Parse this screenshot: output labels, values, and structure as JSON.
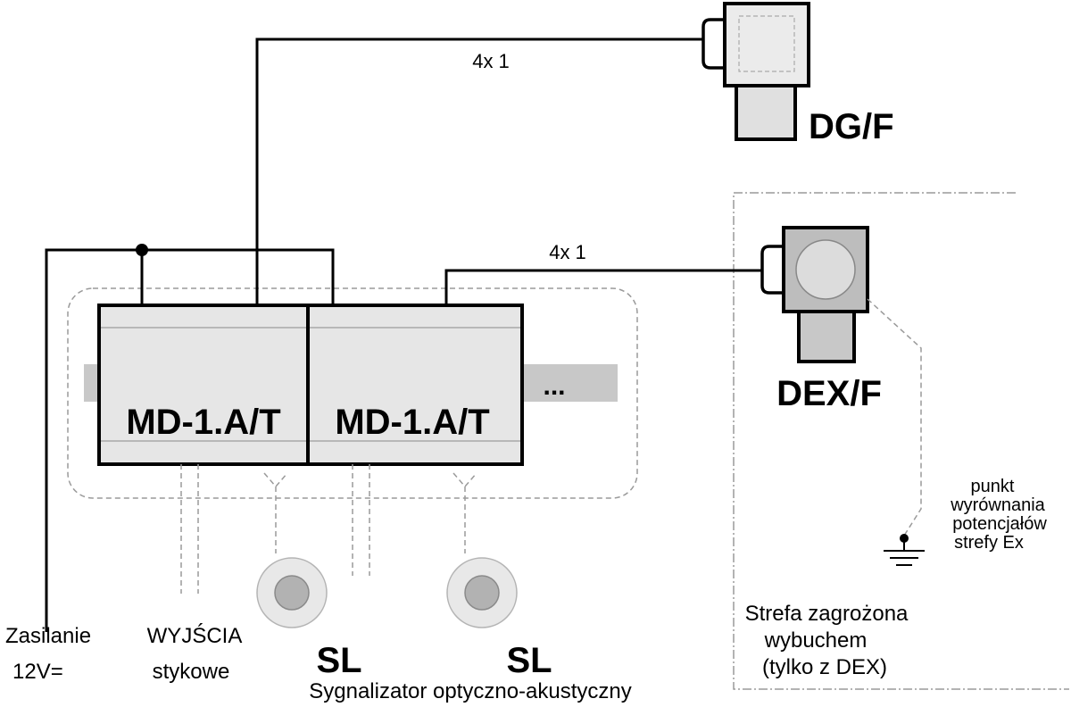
{
  "modules": [
    {
      "name": "MD-1.A/T"
    },
    {
      "name": "MD-1.A/T"
    }
  ],
  "rail_more": "...",
  "detectors": {
    "dgf": {
      "name": "DG/F",
      "cable": "4x 1"
    },
    "dexf": {
      "name": "DEX/F",
      "cable": "4x 1"
    }
  },
  "power": {
    "line1": "Zasilanie",
    "line2": "12V="
  },
  "outputs": {
    "line1": "WYJŚCIA",
    "line2": "stykowe"
  },
  "signalers": {
    "sl1": "SL",
    "sl2": "SL",
    "caption": "Sygnalizator optyczno-akustyczny"
  },
  "zone": {
    "line1": "Strefa zagrożona",
    "line2": "wybuchem",
    "line3": "(tylko z DEX)"
  },
  "grounding": {
    "line1": "punkt",
    "line2": "wyrównania",
    "line3": "potencjałów",
    "line4": "strefy Ex"
  }
}
